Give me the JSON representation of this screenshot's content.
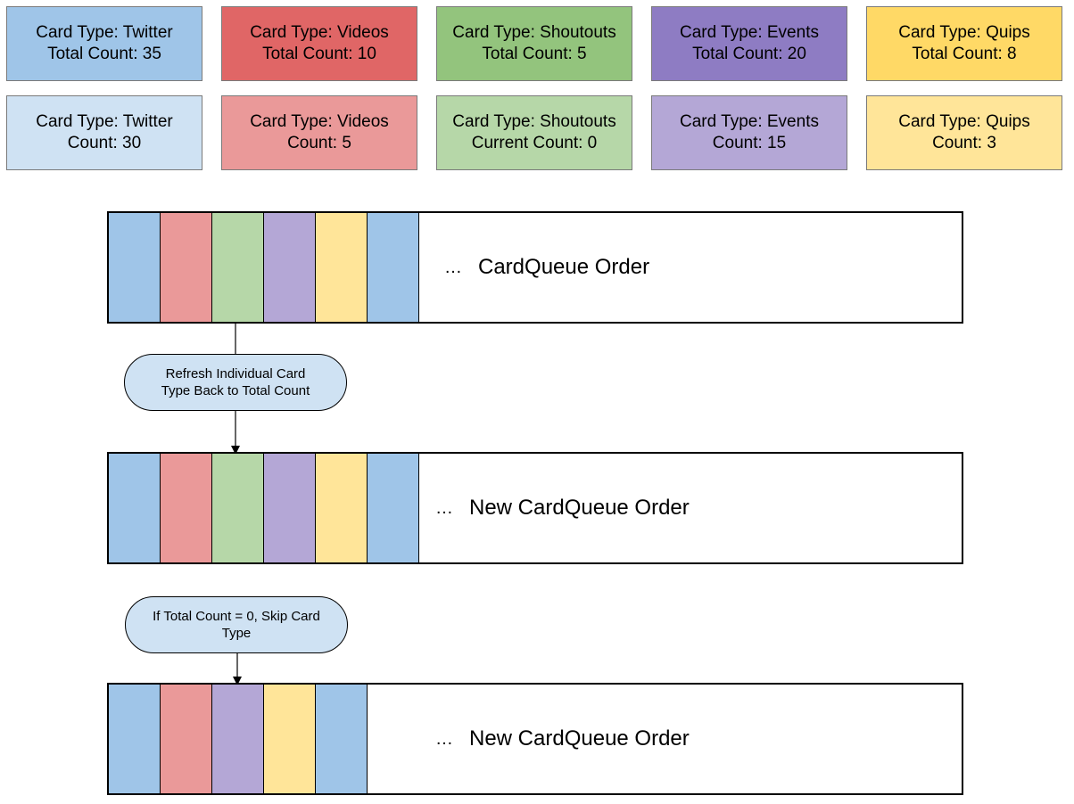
{
  "card_types": [
    {
      "type": "Card Type: Twitter",
      "total": "Total Count: 35",
      "current": "Count: 30",
      "total_color": "#9fc5e8",
      "current_color": "#cfe2f3"
    },
    {
      "type": "Card Type: Videos",
      "total": "Total Count: 10",
      "current": "Count: 5",
      "total_color": "#e06666",
      "current_color": "#ea9999"
    },
    {
      "type": "Card Type: Shoutouts",
      "total": "Total Count: 5",
      "current": "Current Count: 0",
      "total_color": "#93c47d",
      "current_color": "#b6d7a8"
    },
    {
      "type": "Card Type: Events",
      "total": "Total Count: 20",
      "current": "Count: 15",
      "total_color": "#8e7cc3",
      "current_color": "#b4a7d6"
    },
    {
      "type": "Card Type: Quips",
      "total": "Total Count: 8",
      "current": "Count: 3",
      "total_color": "#ffd966",
      "current_color": "#ffe599"
    }
  ],
  "queues": [
    {
      "ellipsis": "…",
      "label": "CardQueue Order",
      "segments": [
        "#9fc5e8",
        "#ea9999",
        "#b6d7a8",
        "#b4a7d6",
        "#ffe599",
        "#9fc5e8"
      ]
    },
    {
      "ellipsis": "…",
      "label": "New CardQueue Order",
      "segments": [
        "#9fc5e8",
        "#ea9999",
        "#b6d7a8",
        "#b4a7d6",
        "#ffe599",
        "#9fc5e8"
      ]
    },
    {
      "ellipsis": "…",
      "label": "New CardQueue Order",
      "segments": [
        "#9fc5e8",
        "#ea9999",
        "#b4a7d6",
        "#ffe599",
        "#9fc5e8"
      ]
    }
  ],
  "steps": [
    {
      "line1": "Refresh Individual Card",
      "line2": "Type Back to Total Count"
    },
    {
      "line1": "If Total Count = 0, Skip Card",
      "line2": "Type"
    }
  ],
  "pill_color": "#cfe2f3"
}
